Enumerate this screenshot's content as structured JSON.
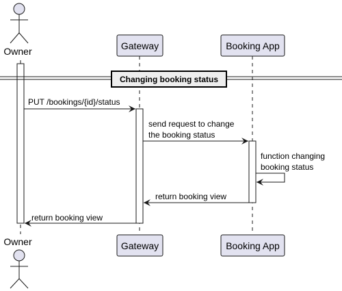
{
  "diagram": {
    "type": "sequence",
    "participants": {
      "owner": {
        "label": "Owner",
        "kind": "actor"
      },
      "gateway": {
        "label": "Gateway",
        "kind": "participant"
      },
      "booking_app": {
        "label": "Booking App",
        "kind": "participant"
      }
    },
    "divider": {
      "label": "Changing booking status"
    },
    "messages": [
      {
        "from": "Owner",
        "to": "Gateway",
        "lines": [
          "PUT /bookings/{id}/status"
        ],
        "kind": "request"
      },
      {
        "from": "Gateway",
        "to": "Booking App",
        "lines": [
          "send request to change",
          "the booking status"
        ],
        "kind": "request"
      },
      {
        "from": "Booking App",
        "to": "Booking App",
        "lines": [
          "function changing",
          "booking status"
        ],
        "kind": "self"
      },
      {
        "from": "Booking App",
        "to": "Gateway",
        "lines": [
          "return booking view"
        ],
        "kind": "reply"
      },
      {
        "from": "Gateway",
        "to": "Owner",
        "lines": [
          "return booking view"
        ],
        "kind": "reply"
      }
    ],
    "colors": {
      "participant_fill": "#E2E2F0",
      "participant_stroke": "#181818",
      "lifeline": "#181818",
      "activation_fill": "#ffffff"
    }
  }
}
